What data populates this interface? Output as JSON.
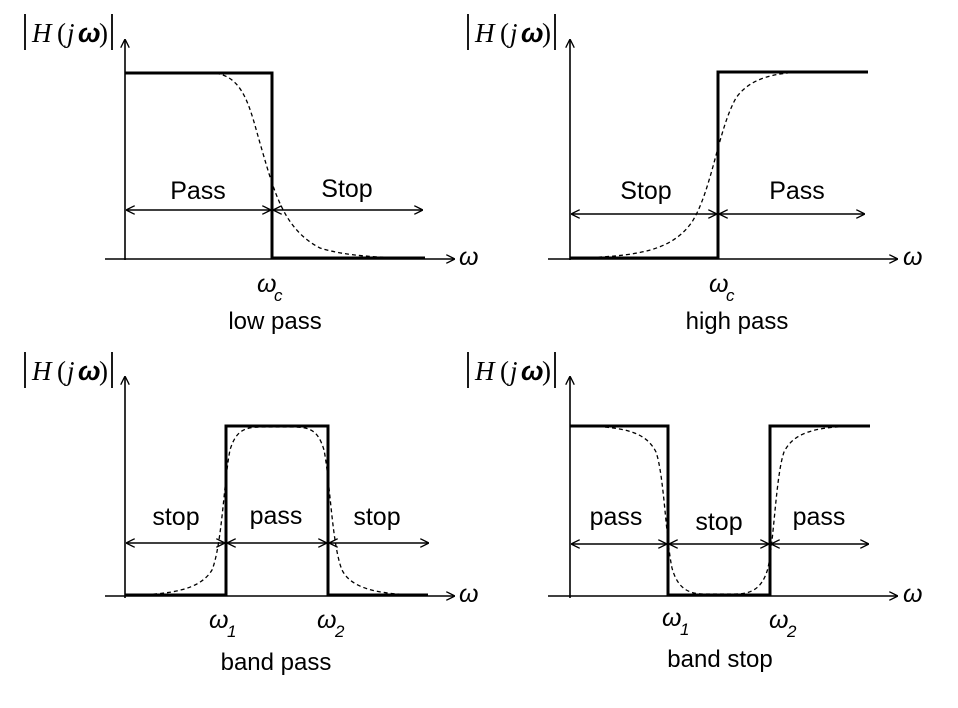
{
  "magnitude_label": {
    "H": "H",
    "open_paren": "(",
    "j": "j",
    "omega": "ω",
    "close_paren": ")"
  },
  "x_axis_label": "ω",
  "panels": {
    "low_pass": {
      "caption": "low pass",
      "regions": [
        "Pass",
        "Stop"
      ],
      "cutoffs": [
        {
          "symbol": "ω",
          "subscript": "c"
        }
      ]
    },
    "high_pass": {
      "caption": "high pass",
      "regions": [
        "Stop",
        "Pass"
      ],
      "cutoffs": [
        {
          "symbol": "ω",
          "subscript": "c"
        }
      ]
    },
    "band_pass": {
      "caption": "band pass",
      "regions": [
        "stop",
        "pass",
        "stop"
      ],
      "cutoffs": [
        {
          "symbol": "ω",
          "subscript": "1"
        },
        {
          "symbol": "ω",
          "subscript": "2"
        }
      ]
    },
    "band_stop": {
      "caption": "band stop",
      "regions": [
        "pass",
        "stop",
        "pass"
      ],
      "cutoffs": [
        {
          "symbol": "ω",
          "subscript": "1"
        },
        {
          "symbol": "ω",
          "subscript": "2"
        }
      ]
    }
  },
  "colors": {
    "ink": "#000000",
    "background": "#ffffff"
  }
}
